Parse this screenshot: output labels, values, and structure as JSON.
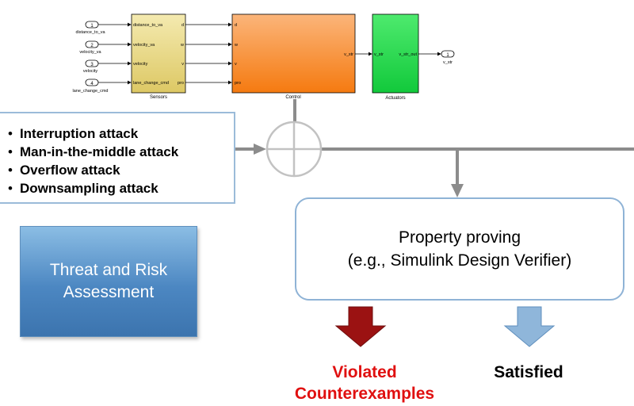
{
  "simulink": {
    "inports": [
      {
        "num": "1",
        "name": "distance_to_va"
      },
      {
        "num": "2",
        "name": "velocity_va"
      },
      {
        "num": "3",
        "name": "velocity"
      },
      {
        "num": "4",
        "name": "lane_change_cmd"
      }
    ],
    "sensors": {
      "label": "Sensors",
      "in_ports": [
        "distance_to_va",
        "velocity_va",
        "velocity",
        "lane_change_cmd"
      ],
      "out_ports": [
        "d",
        "w",
        "v",
        "pro"
      ]
    },
    "control": {
      "label": "Control",
      "in_ports": [
        "d",
        "w",
        "v",
        "pro"
      ],
      "out_port": "v_str"
    },
    "actuators": {
      "label": "Actuators",
      "in_port": "v_str",
      "out_port": "v_str_out"
    },
    "outport": {
      "num": "1",
      "name": "v_str"
    }
  },
  "attacks": [
    "Interruption attack",
    "Man-in-the-middle attack",
    "Overflow attack",
    "Downsampling attack"
  ],
  "threat_box": {
    "line1": "Threat and Risk",
    "line2": "Assessment"
  },
  "property_box": {
    "line1": "Property proving",
    "line2": "(e.g., Simulink Design Verifier)"
  },
  "results": {
    "violated_line1": "Violated",
    "violated_line2": "Counterexamples",
    "satisfied": "Satisfied"
  },
  "colors": {
    "violated_arrow": "#9b1212",
    "satisfied_arrow": "#8fb6da",
    "violated_text": "#e01010",
    "connector": "#8c8c8c"
  }
}
